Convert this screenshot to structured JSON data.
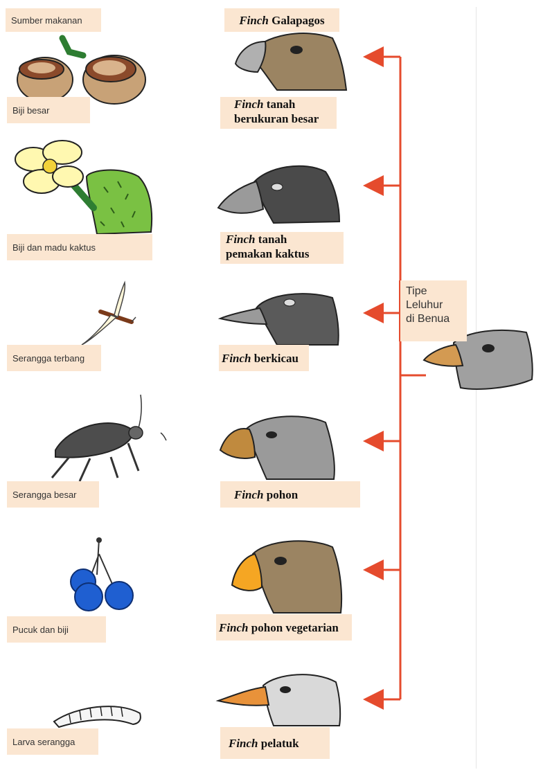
{
  "header": {
    "food_title": "Sumber makanan",
    "finch_title_italic": "Finch",
    "finch_title_rest": "Galapagos"
  },
  "rows": [
    {
      "food": "Biji besar",
      "finch_italic": "Finch",
      "finch_line1": "tanah",
      "finch_line2": "berukuran besar"
    },
    {
      "food": "Biji dan madu kaktus",
      "finch_italic": "Finch",
      "finch_line1": "tanah",
      "finch_line2": "pemakan kaktus"
    },
    {
      "food": "Serangga terbang",
      "finch_italic": "Finch",
      "finch_line1": "berkicau",
      "finch_line2": ""
    },
    {
      "food": "Serangga besar",
      "finch_italic": "Finch",
      "finch_line1": "pohon",
      "finch_line2": ""
    },
    {
      "food": "Pucuk dan biji",
      "finch_italic": "Finch",
      "finch_line1": "pohon vegetarian",
      "finch_line2": ""
    },
    {
      "food": "Larva serangga",
      "finch_italic": "Finch",
      "finch_line1": "pelatuk",
      "finch_line2": ""
    }
  ],
  "ancestor": {
    "line1": "Tipe",
    "line2": "Leluhur",
    "line3": "di Benua"
  },
  "colors": {
    "arrow": "#e54b2d",
    "label_bg": "#fbe6d1"
  }
}
